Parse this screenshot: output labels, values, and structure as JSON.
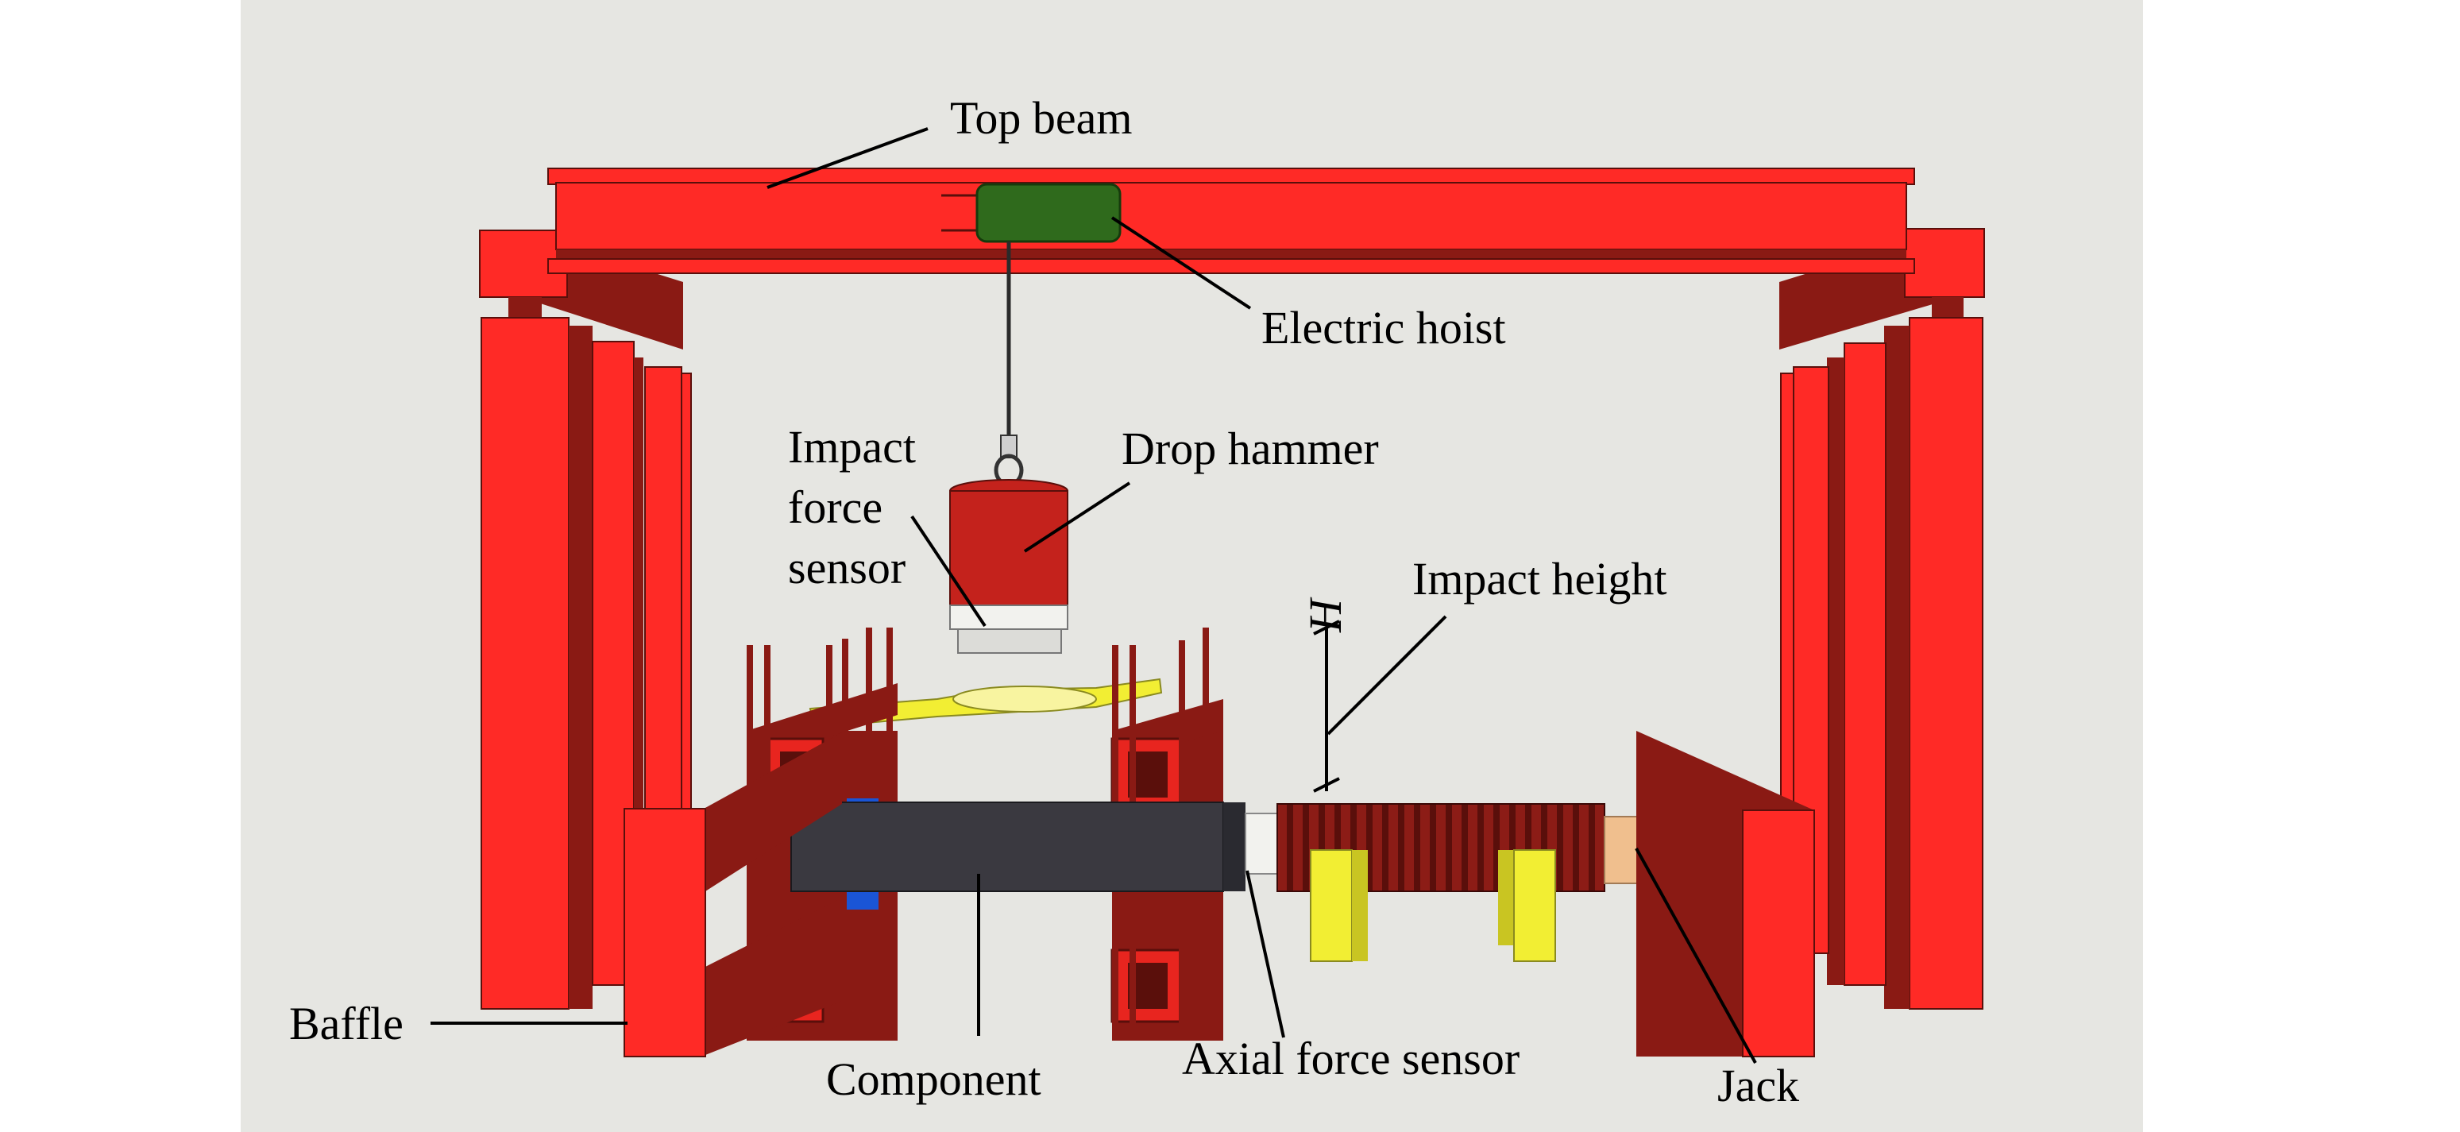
{
  "colors": {
    "background": "#e6e6e2",
    "frame_red": "#ff2a26",
    "frame_dark": "#8a1a14",
    "hoist_green": "#2f6a1c",
    "hammer_red": "#c4221c",
    "sensor_white": "#f2f2ee",
    "component_dark": "#3a3940",
    "yellow_block": "#f2ee33",
    "jack_tan": "#f0bf8e",
    "blue_part": "#1a55d6"
  },
  "labels": {
    "top_beam": "Top beam",
    "electric_hoist": "Electric hoist",
    "drop_hammer": "Drop hammer",
    "impact_force_sensor": [
      "Impact",
      "force",
      "sensor"
    ],
    "impact_height": "Impact height",
    "height_symbol": "H",
    "baffle": "Baffle",
    "component": "Component",
    "axial_force_sensor": "Axial force sensor",
    "jack": "Jack"
  }
}
